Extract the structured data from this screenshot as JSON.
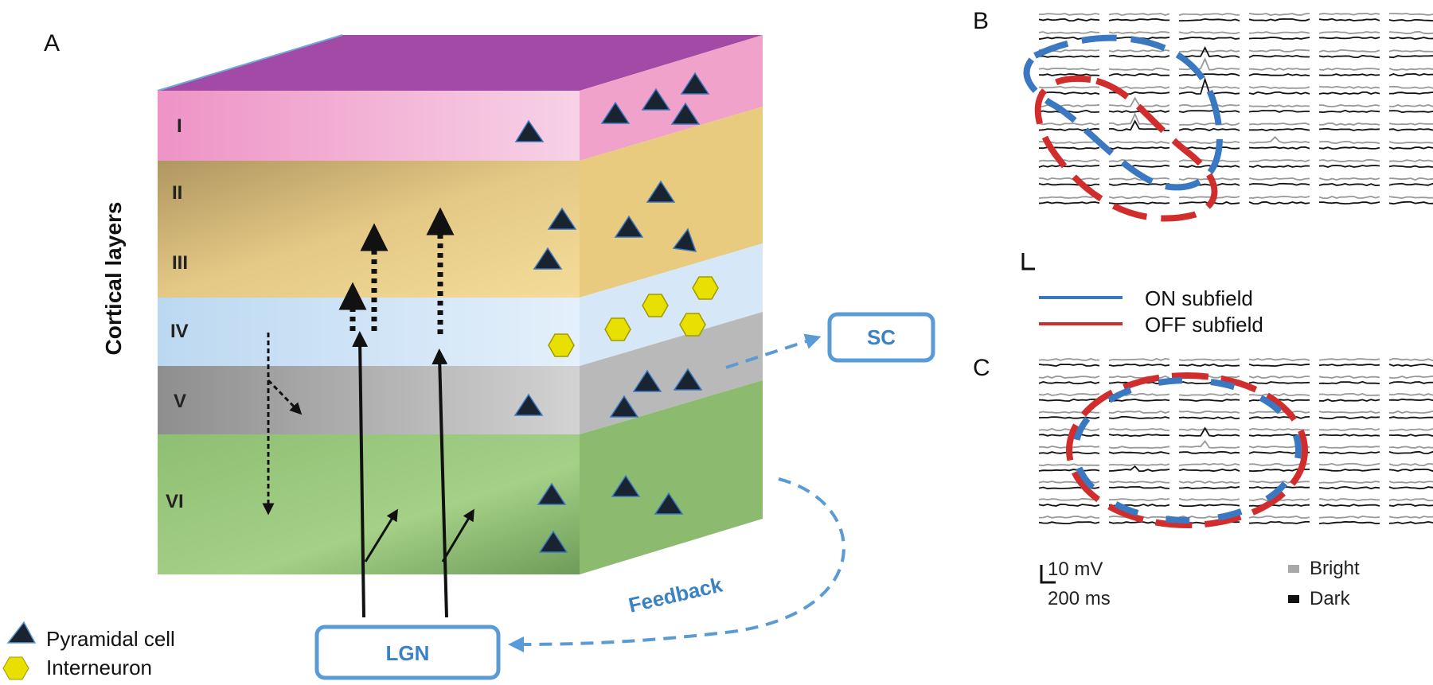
{
  "panels": {
    "a": "A",
    "b": "B",
    "c": "C"
  },
  "axis_label": "Cortical layers",
  "layers": [
    {
      "id": "layer-1",
      "label": "I",
      "front": "#f3b3d5",
      "side": "#f0a0c8"
    },
    {
      "id": "layer-2-3",
      "label": "II",
      "label2": "III",
      "front": "#e8cf8a",
      "side": "#e3c478"
    },
    {
      "id": "layer-4",
      "label": "IV",
      "front": "#cfe3f5",
      "side": "#d9eaf8"
    },
    {
      "id": "layer-5",
      "label": "V",
      "front": "#b8b8b8",
      "side": "#c4c4c4"
    },
    {
      "id": "layer-6",
      "label": "VI",
      "front": "#9fcd84",
      "side": "#8fbf72"
    }
  ],
  "top_color": "#a24aa6",
  "boxes": {
    "lgn": "LGN",
    "sc": "SC"
  },
  "feedback_label": "Feedback",
  "legend_a": {
    "pyramidal": "Pyramidal cell",
    "interneuron": "Interneuron"
  },
  "legend_subfields": {
    "on": "ON subfield",
    "off": "OFF subfield"
  },
  "scale": {
    "mv": "10 mV",
    "ms": "200 ms"
  },
  "legend_traces": {
    "bright": "Bright",
    "dark": "Dark"
  },
  "colors": {
    "on": "#3b78c2",
    "off": "#d22d2d",
    "box": "#5b9bd5",
    "pyramid": "#1a2a3a",
    "interneuron": "#e8e000"
  }
}
